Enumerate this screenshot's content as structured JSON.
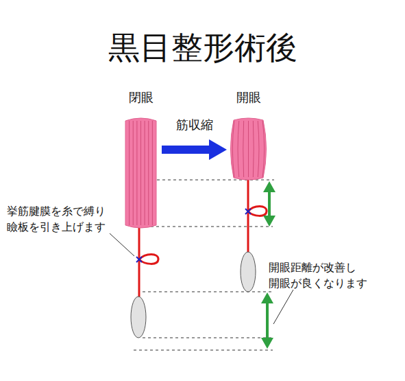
{
  "diagram": {
    "title": "黒目整形術後",
    "nodes": [
      {
        "text": [
          "閉眼"
        ]
      },
      {
        "text": [
          "開眼"
        ]
      }
    ],
    "edges": [
      {
        "from": 0,
        "to": 1,
        "arrow": "to",
        "label": "筋収縮"
      }
    ],
    "labels": [
      "挙筋腱膜を糸で縛り 瞼板を引き上げます",
      "開眼距離が改善し 開眼が良くなります"
    ]
  }
}
